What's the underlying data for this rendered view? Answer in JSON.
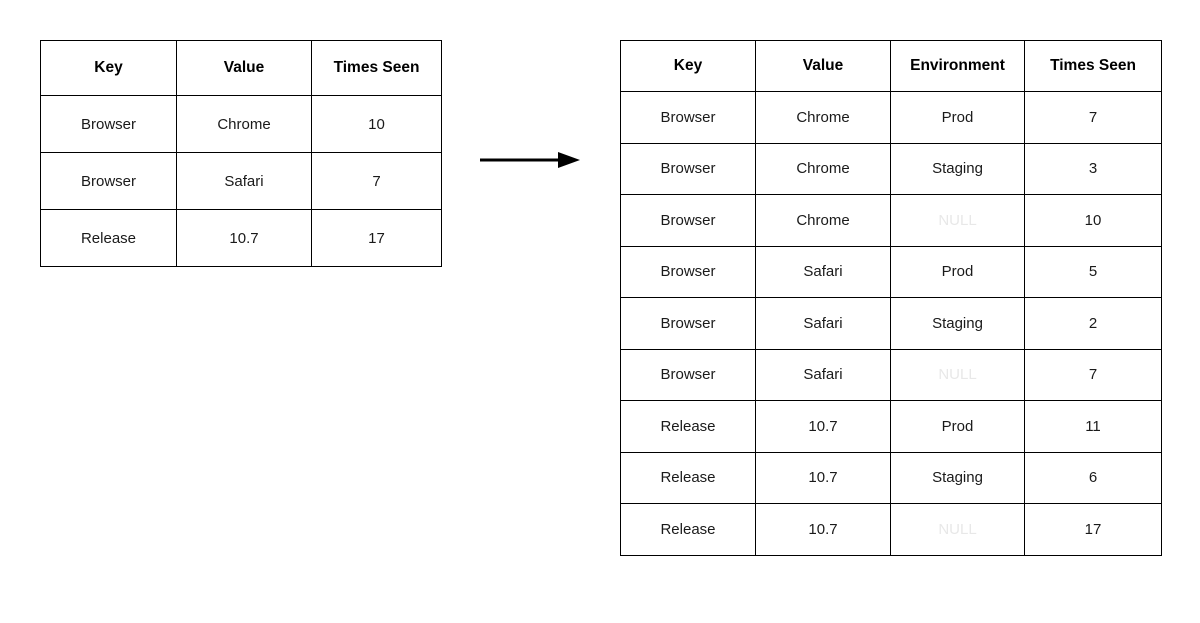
{
  "diagram": {
    "description_arrow": "expand-transform-arrow",
    "null_display_value": "NULL",
    "colors": {
      "border": "#000000",
      "text": "#1a1a1a",
      "header_text": "#000000",
      "null_text": "#e8e8e8",
      "background": "#ffffff",
      "arrow": "#000000"
    }
  },
  "left_table": {
    "headers": [
      "Key",
      "Value",
      "Times Seen"
    ],
    "rows": [
      [
        "Browser",
        "Chrome",
        "10"
      ],
      [
        "Browser",
        "Safari",
        "7"
      ],
      [
        "Release",
        "10.7",
        "17"
      ]
    ]
  },
  "right_table": {
    "headers": [
      "Key",
      "Value",
      "Environment",
      "Times Seen"
    ],
    "rows": [
      [
        "Browser",
        "Chrome",
        "Prod",
        "7"
      ],
      [
        "Browser",
        "Chrome",
        "Staging",
        "3"
      ],
      [
        "Browser",
        "Chrome",
        "NULL",
        "10"
      ],
      [
        "Browser",
        "Safari",
        "Prod",
        "5"
      ],
      [
        "Browser",
        "Safari",
        "Staging",
        "2"
      ],
      [
        "Browser",
        "Safari",
        "NULL",
        "7"
      ],
      [
        "Release",
        "10.7",
        "Prod",
        "11"
      ],
      [
        "Release",
        "10.7",
        "Staging",
        "6"
      ],
      [
        "Release",
        "10.7",
        "NULL",
        "17"
      ]
    ]
  }
}
